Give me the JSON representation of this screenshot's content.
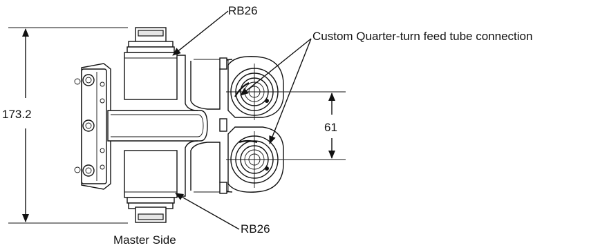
{
  "labels": {
    "top_callout": "RB26",
    "bottom_callout": "RB26",
    "feed_tube_callout": "Custom Quarter-turn feed tube connection",
    "side_label": "Master Side"
  },
  "dimensions": {
    "overall_height": "173.2",
    "tube_spacing": "61"
  }
}
